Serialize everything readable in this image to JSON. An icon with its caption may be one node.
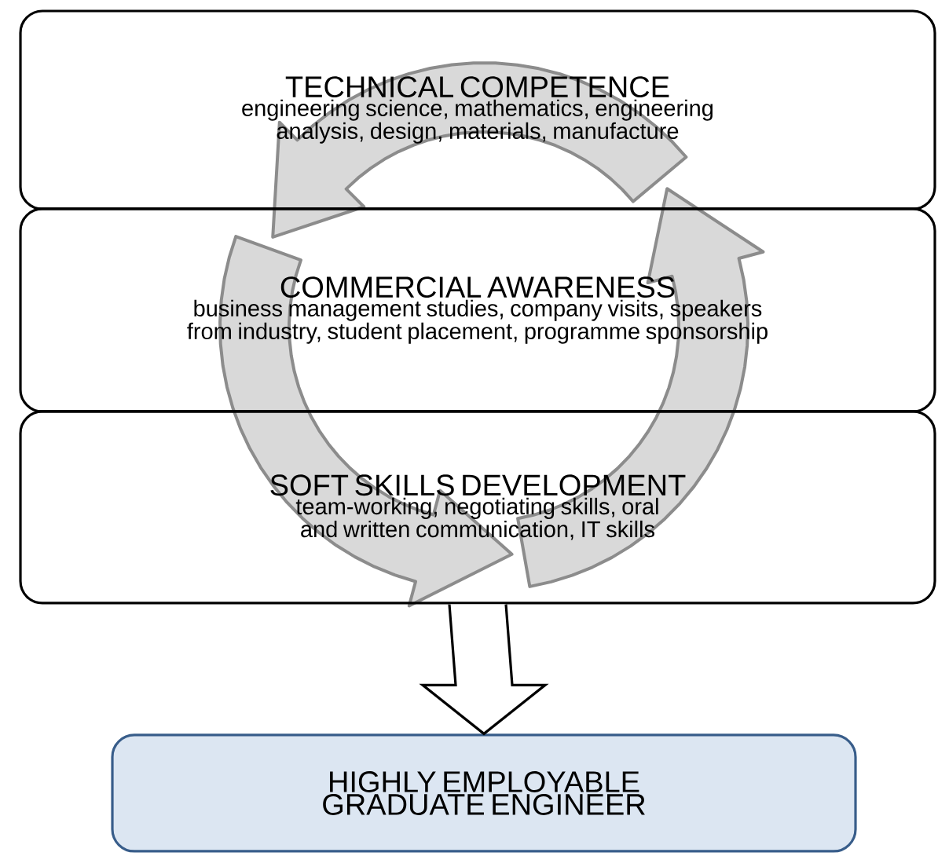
{
  "diagram": {
    "nodes": [
      {
        "text": [
          "TECHNICAL COMPETENCE",
          "engineering science, mathematics, engineering analysis, design, materials, manufacture"
        ]
      },
      {
        "text": [
          "COMMERCIAL AWARENESS",
          "business management studies, company visits, speakers from industry, student placement, programme sponsorship"
        ]
      },
      {
        "text": [
          "SOFT SKILLS DEVELOPMENT",
          "team-working, negotiating skills, oral and written communication, IT skills"
        ]
      },
      {
        "text": [
          "HIGHLY EMPLOYABLE GRADUATE ENGINEER"
        ]
      }
    ],
    "edges": [
      {
        "from": 2,
        "to": 3,
        "arrow": "to"
      }
    ]
  }
}
